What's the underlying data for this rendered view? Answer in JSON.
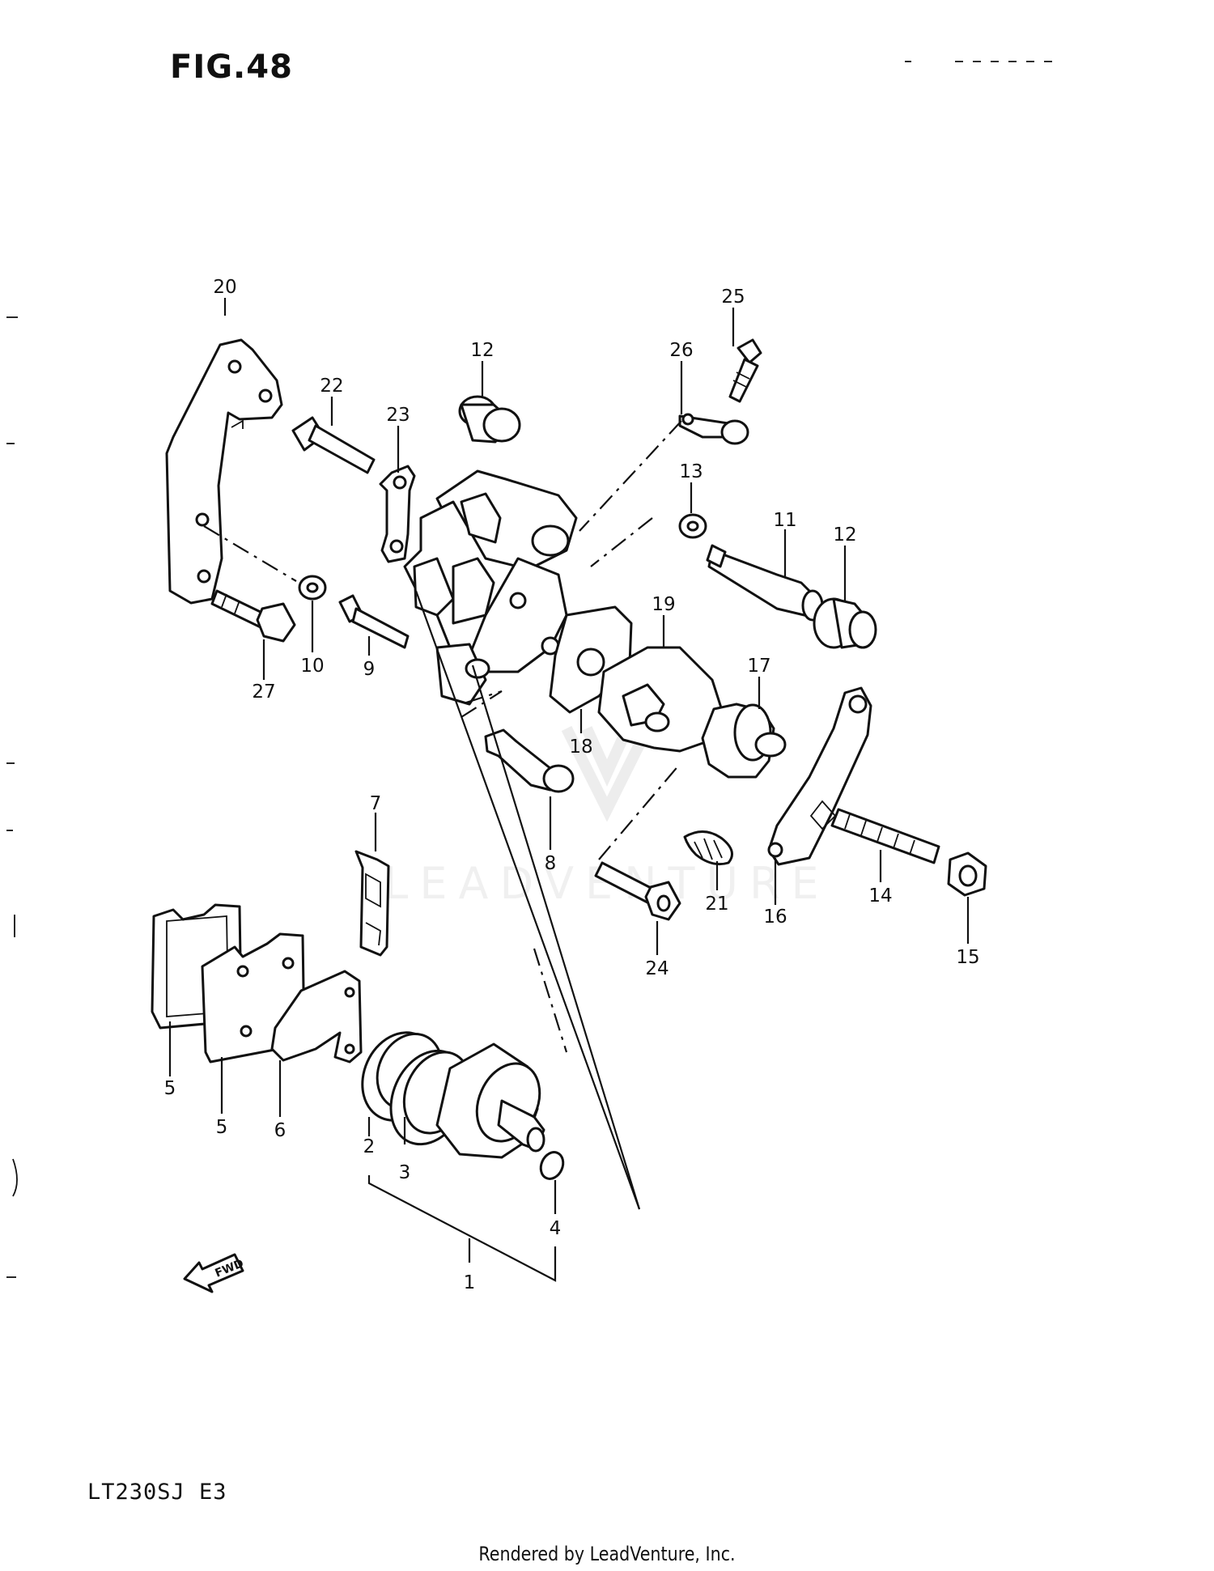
{
  "figure_title": "FIG.48",
  "model_code": "LT230SJ  E3",
  "credit": "Rendered by LeadVenture, Inc.",
  "watermark": "LEADVENTURE",
  "fwd_label": "FWD",
  "callouts": {
    "c1": "1",
    "c2": "2",
    "c3": "3",
    "c4": "4",
    "c5a": "5",
    "c5b": "5",
    "c6": "6",
    "c7": "7",
    "c8": "8",
    "c9": "9",
    "c10": "10",
    "c11": "11",
    "c12a": "12",
    "c12b": "12",
    "c13": "13",
    "c14": "14",
    "c15": "15",
    "c16": "16",
    "c17": "17",
    "c18": "18",
    "c19": "19",
    "c20": "20",
    "c21": "21",
    "c22": "22",
    "c23": "23",
    "c24": "24",
    "c25": "25",
    "c26": "26",
    "c27": "27"
  },
  "icons": {
    "fwd_arrow": "fwd-arrow-icon",
    "watermark_logo": "leadventure-logo-icon"
  }
}
